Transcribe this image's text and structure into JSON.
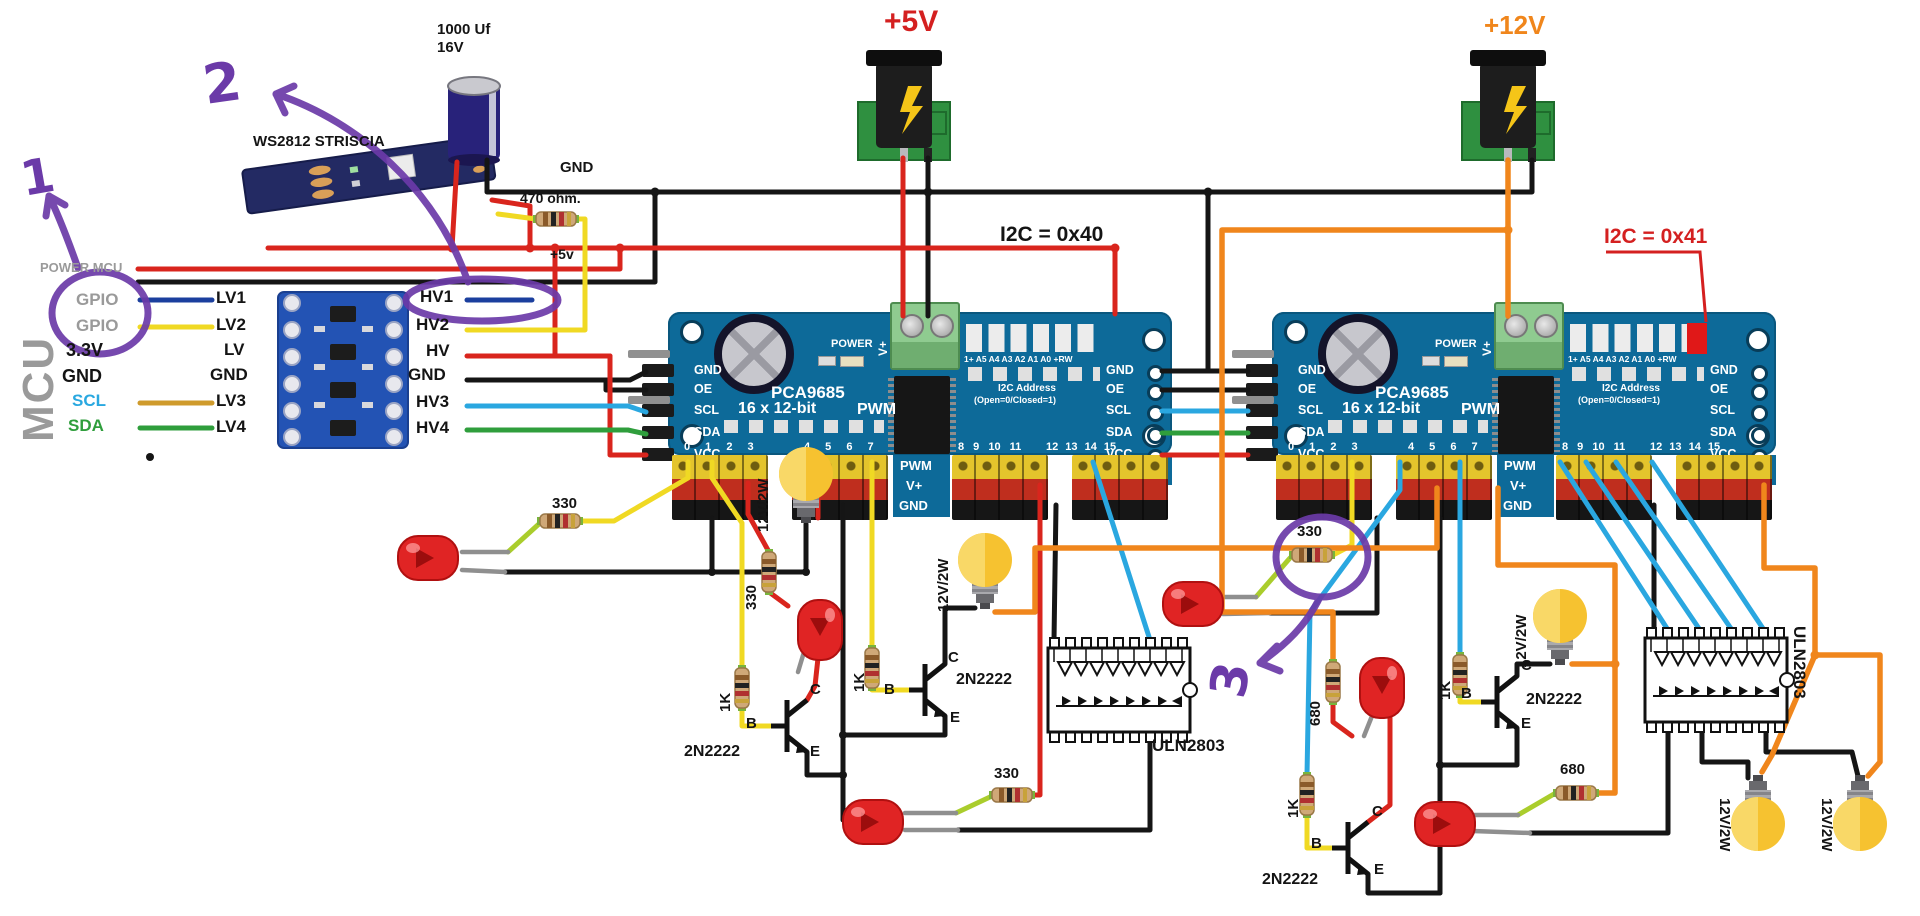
{
  "palette": {
    "board_blue": "#0d6a99",
    "wire_red": "#d9251d",
    "wire_black": "#151515",
    "wire_yellow": "#f0d923",
    "wire_orange": "#f0861c",
    "wire_cyan": "#2aa7e0",
    "wire_green": "#35a83c",
    "wire_blue": "#1b3f9e",
    "annotation_purple": "#6b3aa8",
    "label_red": "#d42020",
    "label_orange": "#f0861c"
  },
  "annotations": {
    "n1": "1",
    "n2": "2",
    "n3": "3"
  },
  "top": {
    "cap_value": "1000 Uf",
    "cap_voltage": "16V",
    "strip_name": "WS2812 STRISCIA",
    "gnd_bus": "GND",
    "r470": "470 ohm.",
    "p5v_small": "+5v",
    "p5v": "+5V",
    "p12v": "+12V"
  },
  "mcu": {
    "title": "MCU",
    "power": "POWER MCU",
    "gpio1": "GPIO",
    "gpio2": "GPIO",
    "v33": "3.3V",
    "gnd": "GND",
    "scl": "SCL",
    "sda": "SDA"
  },
  "shifter": {
    "lv1": "LV1",
    "lv2": "LV2",
    "lv": "LV",
    "gnd_left": "GND",
    "lv3": "LV3",
    "lv4": "LV4",
    "hv1": "HV1",
    "hv2": "HV2",
    "hv": "HV",
    "gnd_right": "GND",
    "hv3": "HV3",
    "hv4": "HV4"
  },
  "boards": [
    {
      "i2c": "I2C = 0x40",
      "name": "PCA9685",
      "subtitle": "16 x 12-bit",
      "pwm": "PWM",
      "power": "POWER",
      "vplus": "V+",
      "addr_row": "1+ A5 A4 A3 A2 A1 A0 +RW",
      "addr_line1": "I2C Address",
      "addr_line2": "(Open=0/Closed=1)",
      "pins_left": [
        "GND",
        "OE",
        "SCL",
        "SDA",
        "VCC"
      ],
      "pins_right": [
        "GND",
        "OE",
        "SCL",
        "SDA",
        "VCC",
        "V+"
      ],
      "groups": [
        "0 1 2 3",
        "4 5 6 7",
        "8 9 10 11",
        "12 13 14 15"
      ],
      "side_pwm": "PWM",
      "side_vplus": "V+",
      "side_gnd": "GND"
    },
    {
      "i2c": "I2C = 0x41",
      "name": "PCA9685",
      "subtitle": "16 x 12-bit",
      "pwm": "PWM",
      "power": "POWER",
      "vplus": "V+",
      "addr_row": "1+ A5 A4 A3 A2 A1 A0 +RW",
      "addr_line1": "I2C Address",
      "addr_line2": "(Open=0/Closed=1)",
      "pins_left": [
        "GND",
        "OE",
        "SCL",
        "SDA",
        "VCC"
      ],
      "pins_right": [
        "GND",
        "OE",
        "SCL",
        "SDA",
        "VCC",
        "V+"
      ],
      "groups": [
        "0 1 2 3",
        "4 5 6 7",
        "8 9 10 11",
        "12 13 14 15"
      ],
      "side_pwm": "PWM",
      "side_vplus": "V+",
      "side_gnd": "GND"
    }
  ],
  "parts": {
    "r330": "330",
    "r1k": "1K",
    "r680": "680",
    "transistor": "2N2222",
    "b": "B",
    "c": "C",
    "e": "E",
    "uln": "ULN2803",
    "bulb": "12V/2W"
  }
}
